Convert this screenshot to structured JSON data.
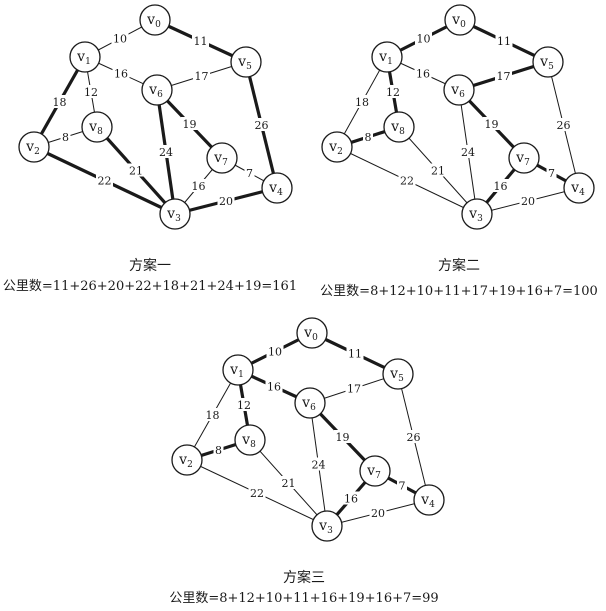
{
  "nodes": [
    {
      "id": "v0",
      "base": "v",
      "sub": "0"
    },
    {
      "id": "v1",
      "base": "v",
      "sub": "1"
    },
    {
      "id": "v2",
      "base": "v",
      "sub": "2"
    },
    {
      "id": "v3",
      "base": "v",
      "sub": "3"
    },
    {
      "id": "v4",
      "base": "v",
      "sub": "4"
    },
    {
      "id": "v5",
      "base": "v",
      "sub": "5"
    },
    {
      "id": "v6",
      "base": "v",
      "sub": "6"
    },
    {
      "id": "v7",
      "base": "v",
      "sub": "7"
    },
    {
      "id": "v8",
      "base": "v",
      "sub": "8"
    }
  ],
  "edges": [
    {
      "from": "v0",
      "to": "v1",
      "weight": "10"
    },
    {
      "from": "v0",
      "to": "v5",
      "weight": "11"
    },
    {
      "from": "v1",
      "to": "v6",
      "weight": "16"
    },
    {
      "from": "v6",
      "to": "v5",
      "weight": "17"
    },
    {
      "from": "v1",
      "to": "v2",
      "weight": "18"
    },
    {
      "from": "v1",
      "to": "v8",
      "weight": "12"
    },
    {
      "from": "v2",
      "to": "v8",
      "weight": "8"
    },
    {
      "from": "v8",
      "to": "v3",
      "weight": "21"
    },
    {
      "from": "v2",
      "to": "v3",
      "weight": "22"
    },
    {
      "from": "v6",
      "to": "v3",
      "weight": "24"
    },
    {
      "from": "v6",
      "to": "v7",
      "weight": "19"
    },
    {
      "from": "v7",
      "to": "v3",
      "weight": "16"
    },
    {
      "from": "v7",
      "to": "v4",
      "weight": "7"
    },
    {
      "from": "v3",
      "to": "v4",
      "weight": "20"
    },
    {
      "from": "v5",
      "to": "v4",
      "weight": "26"
    }
  ],
  "schemes": [
    {
      "title": "方案一",
      "formula": "公里数=11+26+20+22+18+21+24+19=161",
      "bold_edges": [
        "v0-v5",
        "v5-v4",
        "v3-v4",
        "v2-v3",
        "v1-v2",
        "v8-v3",
        "v6-v3",
        "v6-v7"
      ]
    },
    {
      "title": "方案二",
      "formula": "公里数=8+12+10+11+17+19+16+7=100",
      "bold_edges": [
        "v2-v8",
        "v1-v8",
        "v0-v1",
        "v0-v5",
        "v6-v5",
        "v6-v7",
        "v7-v3",
        "v7-v4"
      ]
    },
    {
      "title": "方案三",
      "formula": "公里数=8+12+10+11+16+19+16+7=99",
      "bold_edges": [
        "v2-v8",
        "v1-v8",
        "v0-v1",
        "v0-v5",
        "v1-v6",
        "v6-v7",
        "v7-v3",
        "v7-v4"
      ]
    }
  ]
}
